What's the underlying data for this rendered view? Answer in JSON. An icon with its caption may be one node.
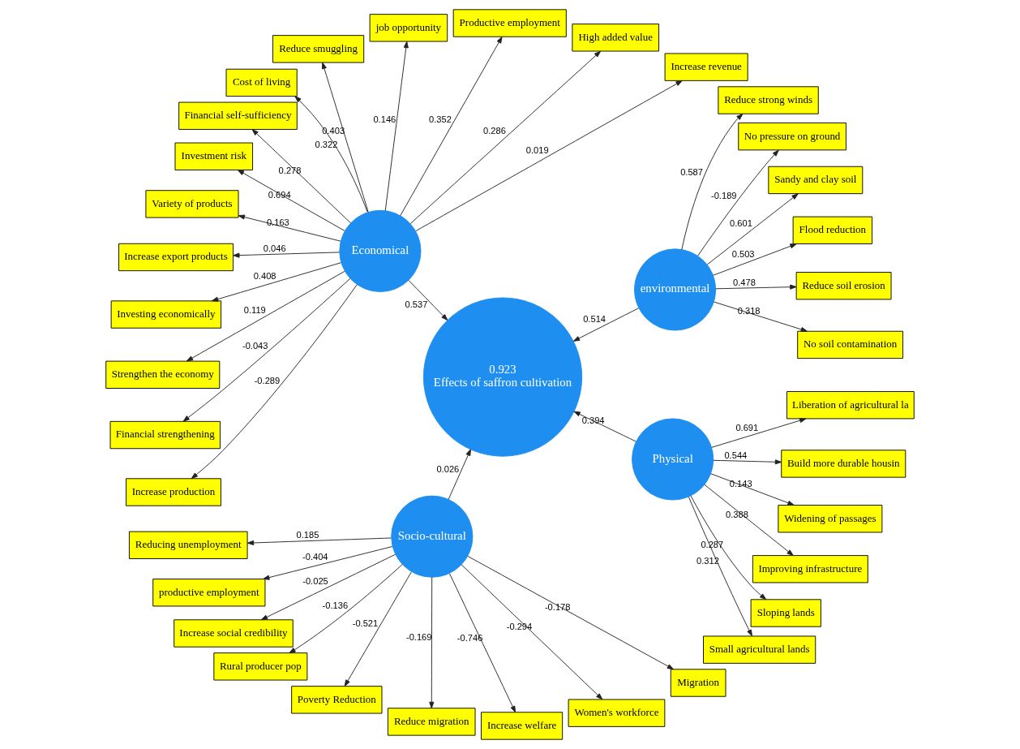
{
  "diagram": {
    "nodes": [
      {
        "text": [
          "No soil contamination"
        ]
      },
      {
        "text": [
          "Reduce soil erosion"
        ]
      },
      {
        "text": [
          "Flood reduction"
        ]
      },
      {
        "text": [
          "Sandy and clay soil"
        ]
      },
      {
        "text": [
          "No pressure on ground"
        ]
      },
      {
        "text": [
          "Reduce strong winds"
        ]
      },
      {
        "text": [
          "environmental"
        ]
      },
      {
        "text": [
          "Increase revenue"
        ]
      },
      {
        "text": [
          "High added value"
        ]
      },
      {
        "text": [
          "Productive employment"
        ]
      },
      {
        "text": [
          "job opportunity"
        ]
      },
      {
        "text": [
          "Reduce smuggling"
        ]
      },
      {
        "text": [
          "Cost of living"
        ]
      },
      {
        "text": [
          "Financial self-sufficiency"
        ]
      },
      {
        "text": [
          "Investment risk"
        ]
      },
      {
        "text": [
          "Variety of products"
        ]
      },
      {
        "text": [
          "Increase export products"
        ]
      },
      {
        "text": [
          "Investing economically"
        ]
      },
      {
        "text": [
          "Strengthen the economy"
        ]
      },
      {
        "text": [
          "Financial strengthening"
        ]
      },
      {
        "text": [
          "Increase production"
        ]
      },
      {
        "text": [
          "Economical"
        ]
      },
      {
        "text": [
          "0.923",
          "Effects of saffron cultivation"
        ]
      },
      {
        "text": [
          "Socio-cultural"
        ]
      },
      {
        "text": [
          "Reducing unemployment"
        ]
      },
      {
        "text": [
          "productive employment"
        ]
      },
      {
        "text": [
          "Increase social credibility"
        ]
      },
      {
        "text": [
          "Rural producer pop"
        ]
      },
      {
        "text": [
          "Poverty Reduction"
        ]
      },
      {
        "text": [
          "Reduce migration"
        ]
      },
      {
        "text": [
          "Increase welfare"
        ]
      },
      {
        "text": [
          "Women's workforce"
        ]
      },
      {
        "text": [
          "Migration"
        ]
      },
      {
        "text": [
          "Physical"
        ]
      },
      {
        "text": [
          "Small agricultural lands"
        ]
      },
      {
        "text": [
          "Sloping lands"
        ]
      },
      {
        "text": [
          "Improving infrastructure"
        ]
      },
      {
        "text": [
          "Widening of passages"
        ]
      },
      {
        "text": [
          "Build more durable housin"
        ]
      },
      {
        "text": [
          "Liberation of agricultural la"
        ]
      }
    ],
    "edges": [
      {
        "from": 6,
        "to": 1,
        "arrow": "to",
        "label": "0.478"
      },
      {
        "from": 6,
        "to": 0,
        "arrow": "to",
        "label": "0.318"
      },
      {
        "from": 6,
        "to": 2,
        "arrow": "to",
        "label": "0.503"
      },
      {
        "from": 6,
        "to": 3,
        "arrow": "to",
        "label": "0.601"
      },
      {
        "from": 6,
        "to": 4,
        "arrow": "to",
        "label": "-0.189"
      },
      {
        "from": 6,
        "to": 5,
        "arrow": "to",
        "label": "0.587"
      },
      {
        "from": 21,
        "to": 7,
        "arrow": "to",
        "label": "0.019"
      },
      {
        "from": 21,
        "to": 8,
        "arrow": "to",
        "label": "0.286"
      },
      {
        "from": 21,
        "to": 9,
        "arrow": "to",
        "label": "0.352"
      },
      {
        "from": 21,
        "to": 10,
        "arrow": "to",
        "label": "0.146"
      },
      {
        "from": 21,
        "to": 11,
        "arrow": "to",
        "label": "0.403"
      },
      {
        "from": 21,
        "to": 12,
        "arrow": "to",
        "label": "0.322"
      },
      {
        "from": 21,
        "to": 13,
        "arrow": "to",
        "label": "0.278"
      },
      {
        "from": 21,
        "to": 14,
        "arrow": "to",
        "label": "0.694"
      },
      {
        "from": 21,
        "to": 15,
        "arrow": "to",
        "label": "0.163"
      },
      {
        "from": 21,
        "to": 16,
        "arrow": "to",
        "label": "0.046"
      },
      {
        "from": 21,
        "to": 17,
        "arrow": "to",
        "label": "0.408"
      },
      {
        "from": 21,
        "to": 18,
        "arrow": "to",
        "label": "0.119"
      },
      {
        "from": 21,
        "to": 19,
        "arrow": "to",
        "label": "-0.043"
      },
      {
        "from": 21,
        "to": 20,
        "arrow": "to",
        "label": "-0.289"
      },
      {
        "from": 6,
        "to": 22,
        "arrow": "to",
        "label": "0.514"
      },
      {
        "from": 21,
        "to": 22,
        "arrow": "to",
        "label": "0.537"
      },
      {
        "from": 23,
        "to": 22,
        "arrow": "to",
        "label": "0.026"
      },
      {
        "from": 33,
        "to": 22,
        "arrow": "to",
        "label": "0.394"
      },
      {
        "from": 23,
        "to": 24,
        "arrow": "to",
        "label": "0.185"
      },
      {
        "from": 23,
        "to": 25,
        "arrow": "to",
        "label": "-0.404"
      },
      {
        "from": 23,
        "to": 26,
        "arrow": "to",
        "label": "-0.025"
      },
      {
        "from": 23,
        "to": 27,
        "arrow": "to",
        "label": "-0.136"
      },
      {
        "from": 23,
        "to": 28,
        "arrow": "to",
        "label": "-0.521"
      },
      {
        "from": 23,
        "to": 29,
        "arrow": "to",
        "label": "-0.169"
      },
      {
        "from": 23,
        "to": 30,
        "arrow": "to",
        "label": "-0.746"
      },
      {
        "from": 23,
        "to": 31,
        "arrow": "to",
        "label": "-0.294"
      },
      {
        "from": 23,
        "to": 32,
        "arrow": "to",
        "label": "-0.178"
      },
      {
        "from": 33,
        "to": 34,
        "arrow": "to",
        "label": "0.312"
      },
      {
        "from": 33,
        "to": 35,
        "arrow": "to",
        "label": "0.287"
      },
      {
        "from": 33,
        "to": 36,
        "arrow": "to",
        "label": "0.388"
      },
      {
        "from": 33,
        "to": 37,
        "arrow": "to",
        "label": "0.143"
      },
      {
        "from": 33,
        "to": 38,
        "arrow": "to",
        "label": "0.544"
      },
      {
        "from": 33,
        "to": 39,
        "arrow": "to",
        "label": "0.691"
      }
    ]
  }
}
